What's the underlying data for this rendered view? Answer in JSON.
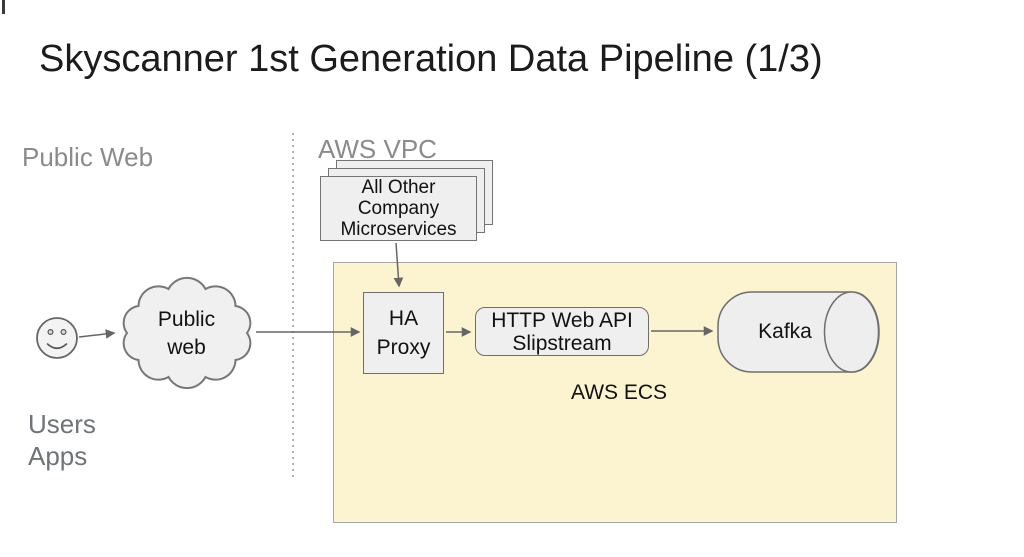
{
  "title": "Skyscanner 1st Generation Data Pipeline (1/3)",
  "zones": {
    "public_web": "Public Web",
    "aws_vpc": "AWS VPC",
    "aws_ecs": "AWS ECS"
  },
  "actors": {
    "users": "Users",
    "apps": "Apps"
  },
  "nodes": {
    "public_web_cloud": {
      "line1": "Public",
      "line2": "web"
    },
    "microservices": {
      "line1": "All Other",
      "line2": "Company",
      "line3": "Microservices"
    },
    "ha_proxy": {
      "line1": "HA",
      "line2": "Proxy"
    },
    "slipstream": {
      "line1": "HTTP Web API",
      "line2": "Slipstream"
    },
    "kafka": {
      "label": "Kafka"
    }
  },
  "edges": [
    {
      "from": "user",
      "to": "public-web-cloud"
    },
    {
      "from": "public-web-cloud",
      "to": "ha-proxy"
    },
    {
      "from": "microservices",
      "to": "ha-proxy"
    },
    {
      "from": "ha-proxy",
      "to": "slipstream"
    },
    {
      "from": "slipstream",
      "to": "kafka"
    }
  ],
  "colors": {
    "ecs_region_fill": "#fcf3d0",
    "node_fill": "#efefef",
    "node_border": "#6e6e6e",
    "muted_label": "#8b8b8b",
    "arrow": "#666666",
    "text": "#111111"
  }
}
